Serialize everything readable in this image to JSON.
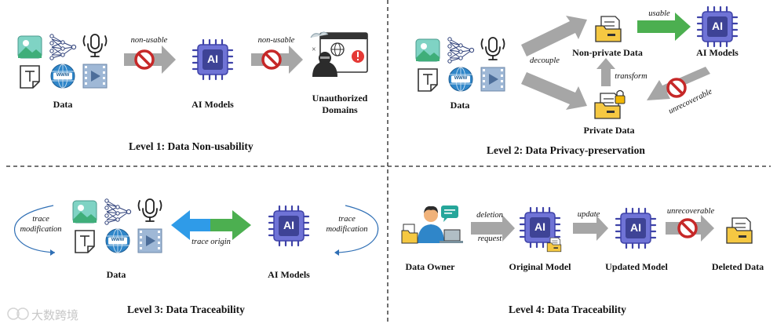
{
  "panel1": {
    "data_label": "Data",
    "models_label": "AI Models",
    "unauth_label_1": "Unauthorized",
    "unauth_label_2": "Domains",
    "arrow1_text": "non-usable",
    "arrow2_text": "non-usable",
    "title": "Level 1: Data Non-usability"
  },
  "panel2": {
    "data_label": "Data",
    "decouple_text": "decouple",
    "nonprivate_label": "Non-private Data",
    "usable_text": "usable",
    "models_label": "AI Models",
    "transform_text": "transform",
    "private_label": "Private Data",
    "unrecoverable_text": "unrecoverable",
    "title": "Level 2: Data Privacy-preservation"
  },
  "panel3": {
    "trace_mod_left_1": "trace",
    "trace_mod_left_2": "modification",
    "data_label": "Data",
    "trace_origin_text": "trace origin",
    "models_label": "AI Models",
    "trace_mod_right_1": "trace",
    "trace_mod_right_2": "modification",
    "title": "Level 3: Data Traceability"
  },
  "panel4": {
    "owner_label": "Data Owner",
    "deletion_text_1": "deletion",
    "deletion_text_2": "request",
    "original_label": "Original Model",
    "update_text": "update",
    "updated_label": "Updated Model",
    "unrecoverable_text": "unrecoverable",
    "deleted_label": "Deleted Data",
    "title": "Level 4: Data Traceability"
  },
  "icons": {
    "ai_chip_text": "AI",
    "www_text": "www"
  },
  "watermark": "大数跨境",
  "colors": {
    "gray_arrow": "#a6a6a6",
    "green_arrow": "#4caf50",
    "blue_arrow": "#2f9be8",
    "no_sign": "#c62828",
    "chip": "#5b5fc7",
    "folder": "#f5c842"
  }
}
